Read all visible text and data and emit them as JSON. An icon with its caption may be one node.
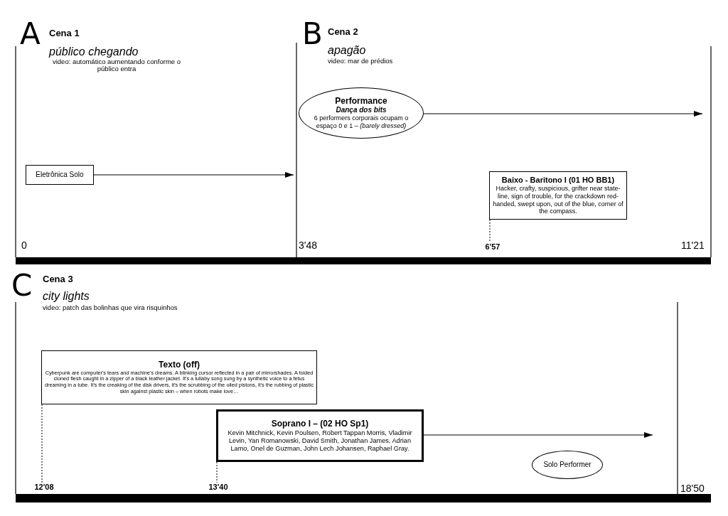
{
  "diagram": {
    "nodes": [
      {
        "text": [
          "Eletrônica Solo"
        ]
      },
      {
        "text": [
          "Performance",
          "Dança dos bits",
          "6 performers corporais ocupam o espaço 0 e 1 – *(barely dressed)*"
        ]
      },
      {
        "text": [
          "Baixo - Baritono I (01 HO BB1)",
          "Hacker, crafty, suspicious, grifter near state-line, sign of trouble, for the crackdown red-handed, swept upon, out of the blue, corner of the compass."
        ]
      },
      {
        "text": [
          "Texto (off)",
          "Cyberpunk are computer's tears and machine's dreams. A blinking cursor reflected in a pair of mirrorshades. A folded cloned flesh caught in a zipper of a black leather jacket. It's a lullaby song sung by a synthetic voice to a fetus dreaming in a tube. It's the creaking of the disk drivers, it's the scrubbing of the oiled pistons, it's the rubbing of plastic skin against plastic skin – when robots make love…"
        ]
      },
      {
        "text": [
          "Soprano I – (02 HO Sp1)",
          "Kevin Mitchnick, Kevin Poulsen, Robert Tappan Morris, Vladimir Levin, Yan Romanowski, David Smith, Jonathan James, Adrian Lamo, Onel de Guzman, John Lech Johansen, Raphael Gray."
        ]
      },
      {
        "text": [
          "Solo Performer"
        ]
      },
      {
        "text": [
          "6'57"
        ]
      },
      {
        "text": [
          "12'08"
        ]
      },
      {
        "text": [
          "13'40"
        ]
      }
    ],
    "edges": [
      {
        "from": 0,
        "to": null,
        "arrow": "to"
      },
      {
        "from": 1,
        "to": null,
        "arrow": "to"
      },
      {
        "from": 4,
        "to": null,
        "arrow": "to"
      },
      {
        "from": 2,
        "to": 6,
        "arrow": "none",
        "style": "dashed"
      },
      {
        "from": 3,
        "to": 7,
        "arrow": "none",
        "style": "dashed"
      },
      {
        "from": 4,
        "to": 8,
        "arrow": "none",
        "style": "dashed"
      }
    ],
    "labels": [
      "A",
      "Cena  1",
      "público chegando",
      "video: automático aumentando conforme o público entra",
      "B",
      "Cena 2",
      "apagão",
      "video: mar de prédios",
      "0",
      "3'48",
      "11'21",
      "C",
      "Cena 3",
      "city lights",
      "video: patch das bolinhas que vira risquinhos",
      "18'50"
    ]
  }
}
